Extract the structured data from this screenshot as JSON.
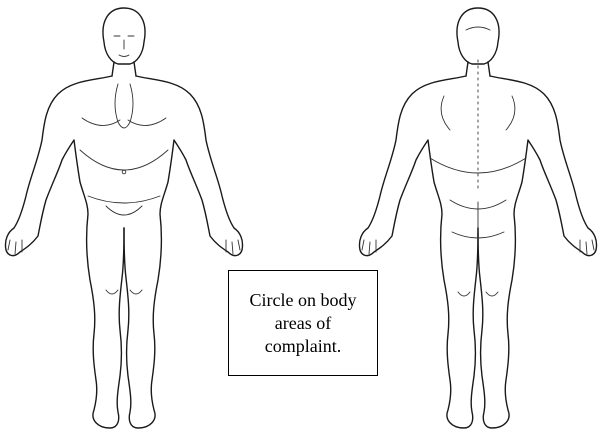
{
  "instruction": {
    "text": "Circle on body areas of complaint."
  },
  "figures": [
    {
      "view": "front",
      "icon": "human-body-front-outline"
    },
    {
      "view": "back",
      "icon": "human-body-back-outline"
    }
  ]
}
